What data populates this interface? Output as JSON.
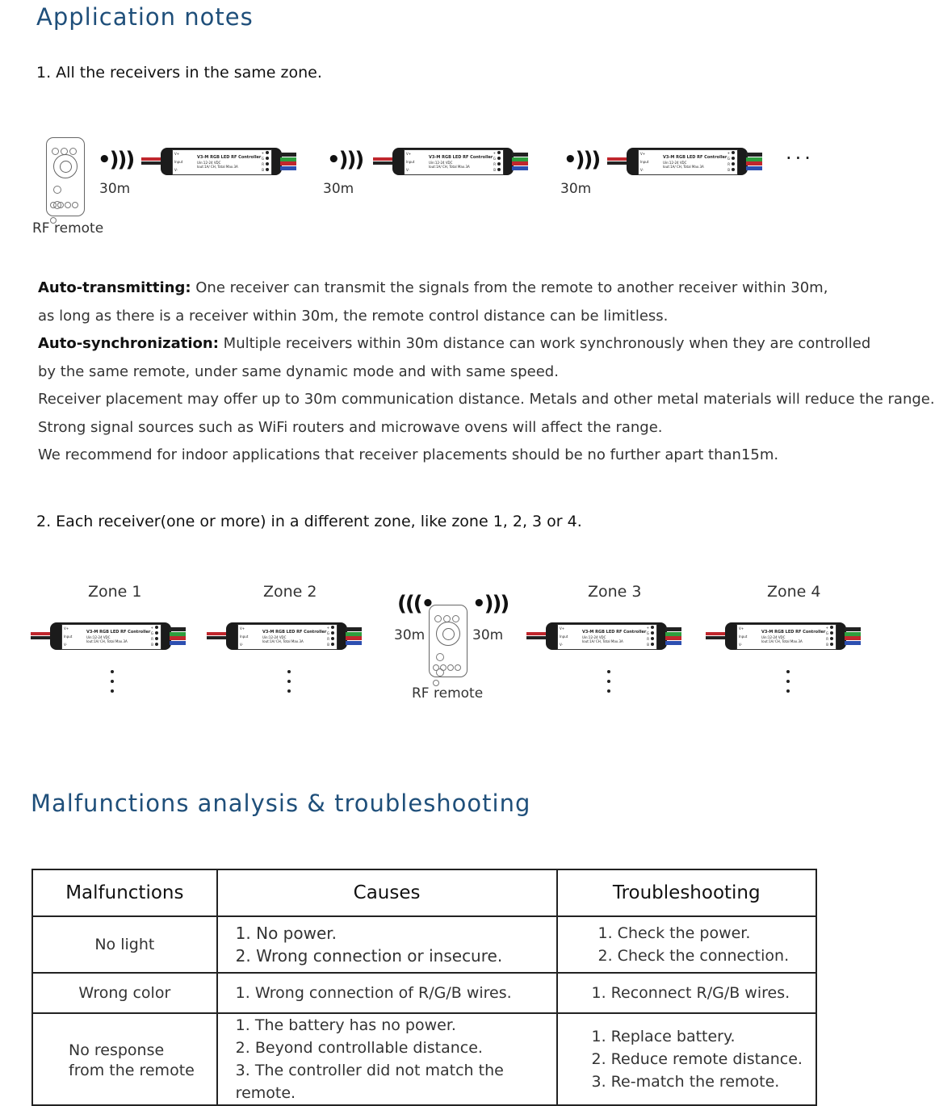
{
  "section1_title": "Application notes",
  "item1": "1. All the receivers in the same zone.",
  "diagram1": {
    "remote_label": "RF remote",
    "distance": "30m",
    "ellipsis": "···"
  },
  "paragraphs": {
    "auto_tx_label": "Auto-transmitting:",
    "auto_tx_text": " One receiver can transmit the signals from the remote to another receiver within 30m,",
    "line2": "as long as there is a receiver within 30m, the remote control distance can be limitless.",
    "auto_sync_label": "Auto-synchronization:",
    "auto_sync_text": " Multiple receivers within 30m distance can work synchronously when they are controlled",
    "line4": "by the same remote, under same dynamic mode and with same speed.",
    "line5": "Receiver placement may offer up to 30m communication distance. Metals and other metal materials will reduce the range.",
    "line6": "Strong signal sources such as WiFi routers and microwave ovens will affect the range.",
    "line7": "We recommend for indoor applications that receiver placements should be no further apart than15m."
  },
  "item2": "2. Each receiver(one or more) in a different zone, like zone 1, 2, 3 or 4.",
  "diagram2": {
    "zones": [
      "Zone 1",
      "Zone 2",
      "Zone 3",
      "Zone 4"
    ],
    "distance_left": "30m",
    "distance_right": "30m",
    "remote_label": "RF remote"
  },
  "controller": {
    "model": "V3-M  RGB LED RF Controller",
    "spec1": "Uin:12-24 VDC",
    "spec2": "Iout:1A/ CH, Total Max.3A",
    "v_plus": "V+",
    "input": "Input",
    "v_minus": "V-",
    "pins": [
      "+",
      "G",
      "R",
      "B"
    ]
  },
  "section2_title": "Malfunctions analysis & troubleshooting",
  "table": {
    "headers": [
      "Malfunctions",
      "Causes",
      "Troubleshooting"
    ],
    "rows": [
      {
        "malfunction": [
          "No light"
        ],
        "causes": [
          "1. No power.",
          "2. Wrong connection or insecure."
        ],
        "fixes": [
          "1. Check the power.",
          "2. Check the connection."
        ]
      },
      {
        "malfunction": [
          "Wrong color"
        ],
        "causes": [
          "1. Wrong connection of R/G/B wires."
        ],
        "fixes": [
          "1. Reconnect R/G/B wires."
        ]
      },
      {
        "malfunction": [
          "No response",
          "from the remote"
        ],
        "causes": [
          "1. The battery has no power.",
          "2. Beyond controllable distance.",
          "3. The controller did not match the remote."
        ],
        "fixes": [
          "1. Replace battery.",
          "2. Reduce remote distance.",
          "3. Re-match the remote."
        ]
      }
    ]
  }
}
